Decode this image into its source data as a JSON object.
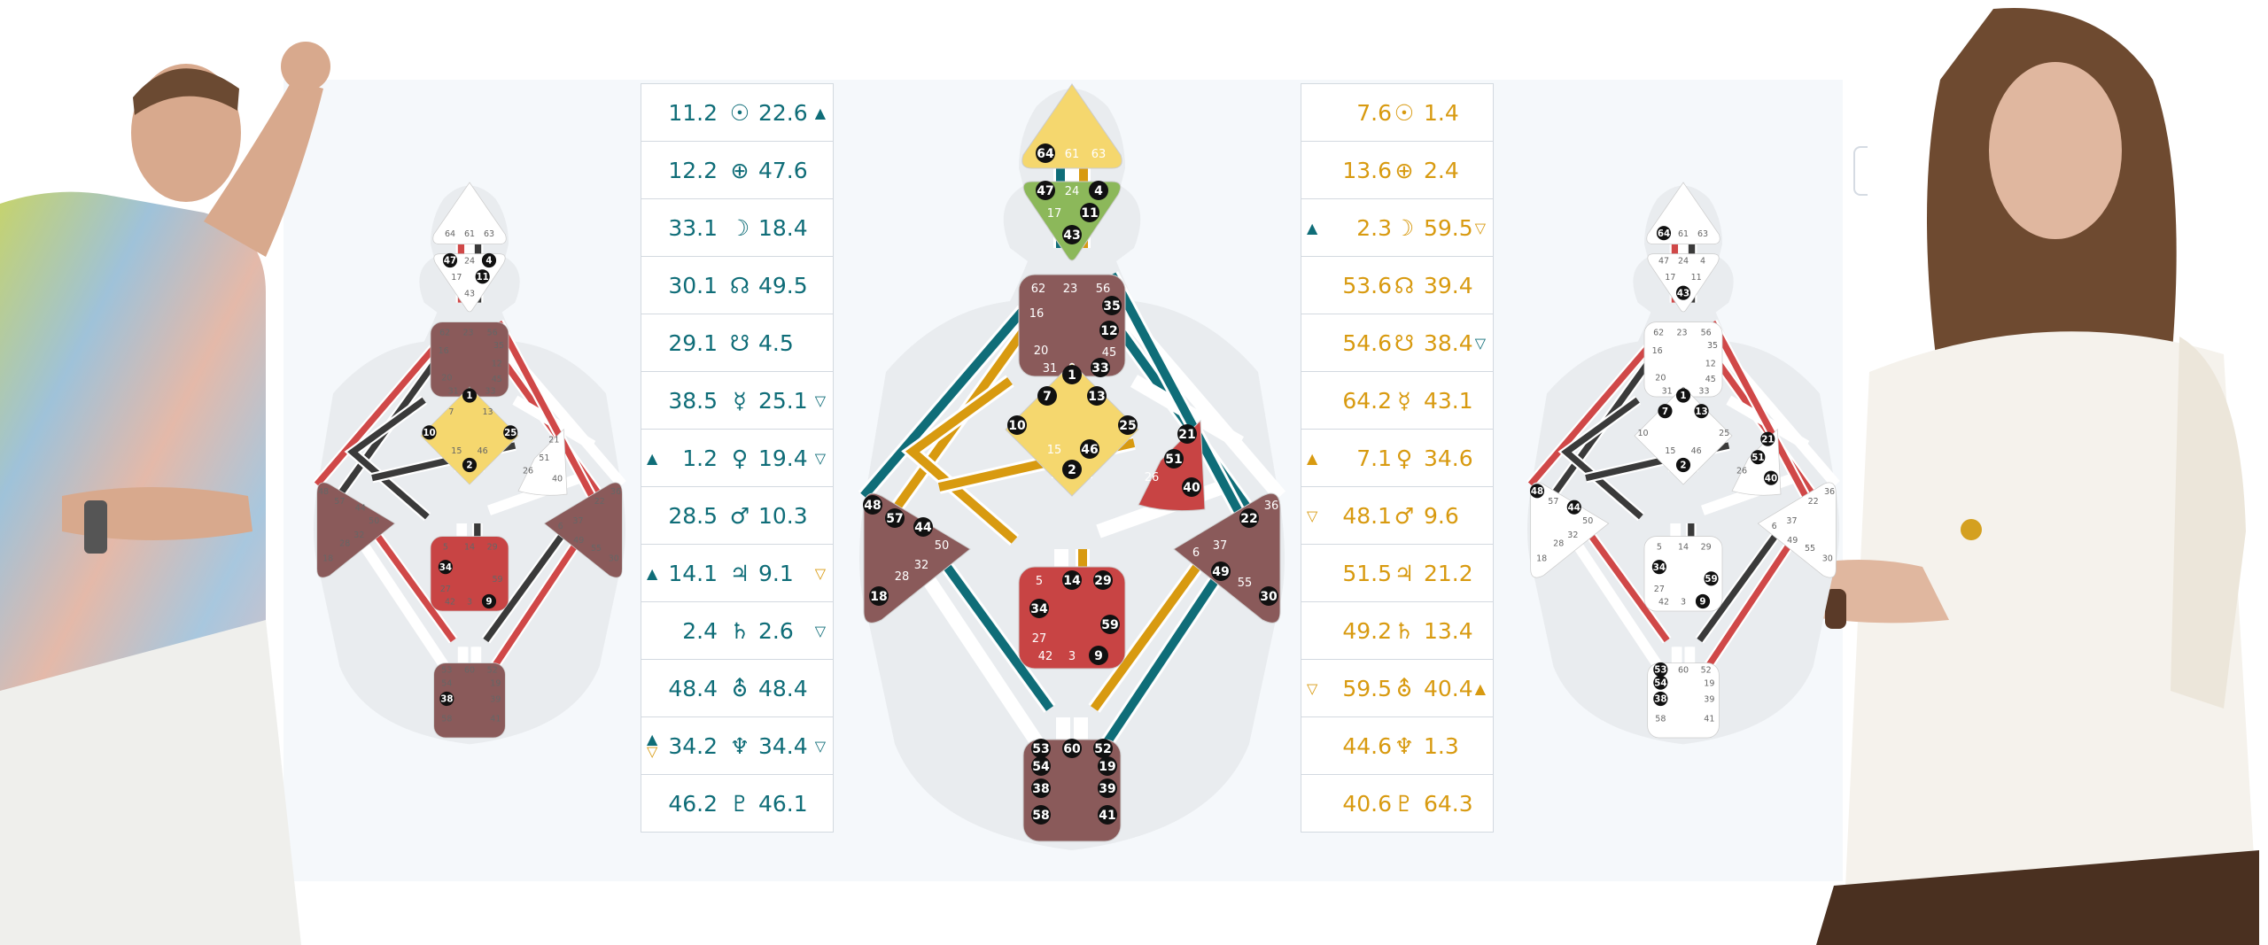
{
  "colors": {
    "teal": "#0f6d78",
    "gold": "#d89a10",
    "red": "#d04848",
    "dark": "#3a3a3a",
    "brown": "#8a5a5a",
    "yellow": "#f5d76e",
    "green": "#8cb85a"
  },
  "left_table": [
    {
      "v1": "11.2",
      "sym": "☉",
      "v2": "22.6",
      "right": "up"
    },
    {
      "v1": "12.2",
      "sym": "⊕",
      "v2": "47.6"
    },
    {
      "v1": "33.1",
      "sym": "☽",
      "v2": "18.4"
    },
    {
      "v1": "30.1",
      "sym": "☊",
      "v2": "49.5"
    },
    {
      "v1": "29.1",
      "sym": "☋",
      "v2": "4.5"
    },
    {
      "v1": "38.5",
      "sym": "☿",
      "v2": "25.1",
      "right": "down"
    },
    {
      "v1": "1.2",
      "sym": "♀",
      "v2": "19.4",
      "left": "up",
      "right": "down"
    },
    {
      "v1": "28.5",
      "sym": "♂",
      "v2": "10.3"
    },
    {
      "v1": "14.1",
      "sym": "♃",
      "v2": "9.1",
      "left": "up",
      "right": "down-gold"
    },
    {
      "v1": "2.4",
      "sym": "♄",
      "v2": "2.6",
      "right": "down"
    },
    {
      "v1": "48.4",
      "sym": "⛢",
      "v2": "48.4"
    },
    {
      "v1": "34.2",
      "sym": "♆",
      "v2": "34.4",
      "left": "updown",
      "right": "down"
    },
    {
      "v1": "46.2",
      "sym": "♇",
      "v2": "46.1"
    }
  ],
  "right_table": [
    {
      "v1": "7.6",
      "sym": "☉",
      "v2": "1.4"
    },
    {
      "v1": "13.6",
      "sym": "⊕",
      "v2": "2.4"
    },
    {
      "v1": "2.3",
      "sym": "☽",
      "v2": "59.5",
      "left": "up-teal",
      "right": "down"
    },
    {
      "v1": "53.6",
      "sym": "☊",
      "v2": "39.4"
    },
    {
      "v1": "54.6",
      "sym": "☋",
      "v2": "38.4",
      "right": "down-teal"
    },
    {
      "v1": "64.2",
      "sym": "☿",
      "v2": "43.1"
    },
    {
      "v1": "7.1",
      "sym": "♀",
      "v2": "34.6",
      "left": "up"
    },
    {
      "v1": "48.1",
      "sym": "♂",
      "v2": "9.6",
      "left": "down"
    },
    {
      "v1": "51.5",
      "sym": "♃",
      "v2": "21.2"
    },
    {
      "v1": "49.2",
      "sym": "♄",
      "v2": "13.4"
    },
    {
      "v1": "59.5",
      "sym": "⛢",
      "v2": "40.4",
      "left": "down",
      "right": "up"
    },
    {
      "v1": "44.6",
      "sym": "♆",
      "v2": "1.3"
    },
    {
      "v1": "40.6",
      "sym": "♇",
      "v2": "64.3"
    }
  ],
  "bodygraph_main": {
    "head": [
      "64",
      "61",
      "63"
    ],
    "ajna": [
      "47",
      "24",
      "4",
      "17",
      "11",
      "43"
    ],
    "throat": [
      "62",
      "23",
      "56",
      "16",
      "35",
      "12",
      "20",
      "45",
      "31",
      "8",
      "33"
    ],
    "g": [
      "1",
      "7",
      "13",
      "10",
      "25",
      "15",
      "46",
      "2"
    ],
    "heart": [
      "21",
      "51",
      "26",
      "40"
    ],
    "spleen": [
      "48",
      "57",
      "44",
      "50",
      "32",
      "28",
      "18"
    ],
    "solar": [
      "36",
      "22",
      "37",
      "6",
      "49",
      "55",
      "30"
    ],
    "sacral": [
      "5",
      "14",
      "29",
      "34",
      "27",
      "59",
      "42",
      "3",
      "9"
    ],
    "root": [
      "53",
      "60",
      "52",
      "54",
      "19",
      "38",
      "39",
      "58",
      "41"
    ]
  },
  "bodygraph_left": {
    "head": [
      "64",
      "61",
      "63"
    ],
    "ajna": [
      "47",
      "24",
      "4",
      "17",
      "11",
      "43"
    ],
    "throat": [
      "62",
      "23",
      "56",
      "16",
      "35",
      "12",
      "20",
      "45",
      "31",
      "8",
      "33"
    ],
    "g": [
      "1",
      "7",
      "13",
      "10",
      "25",
      "15",
      "46",
      "2"
    ],
    "heart": [
      "21",
      "51",
      "26",
      "40"
    ],
    "spleen": [
      "48",
      "57",
      "44",
      "50",
      "32",
      "28",
      "18"
    ],
    "solar": [
      "36",
      "22",
      "37",
      "6",
      "49",
      "55",
      "30"
    ],
    "sacral": [
      "5",
      "14",
      "29",
      "34",
      "27",
      "59",
      "42",
      "3",
      "9"
    ],
    "root": [
      "53",
      "60",
      "52",
      "54",
      "19",
      "38",
      "39",
      "58",
      "41"
    ]
  },
  "bodygraph_right": {
    "head": [
      "64",
      "61",
      "63"
    ],
    "ajna": [
      "47",
      "24",
      "4",
      "17",
      "11",
      "43"
    ],
    "throat": [
      "62",
      "23",
      "56",
      "16",
      "35",
      "12",
      "20",
      "45",
      "31",
      "8",
      "33"
    ],
    "g": [
      "1",
      "7",
      "13",
      "10",
      "25",
      "15",
      "46",
      "2"
    ],
    "heart": [
      "21",
      "51",
      "26",
      "40"
    ],
    "spleen": [
      "48",
      "57",
      "44",
      "50",
      "32",
      "28",
      "18"
    ],
    "solar": [
      "36",
      "22",
      "37",
      "6",
      "49",
      "55",
      "30"
    ],
    "sacral": [
      "5",
      "14",
      "29",
      "34",
      "27",
      "59",
      "42",
      "3",
      "9"
    ],
    "root": [
      "53",
      "60",
      "52",
      "54",
      "19",
      "38",
      "39",
      "58",
      "41"
    ]
  }
}
